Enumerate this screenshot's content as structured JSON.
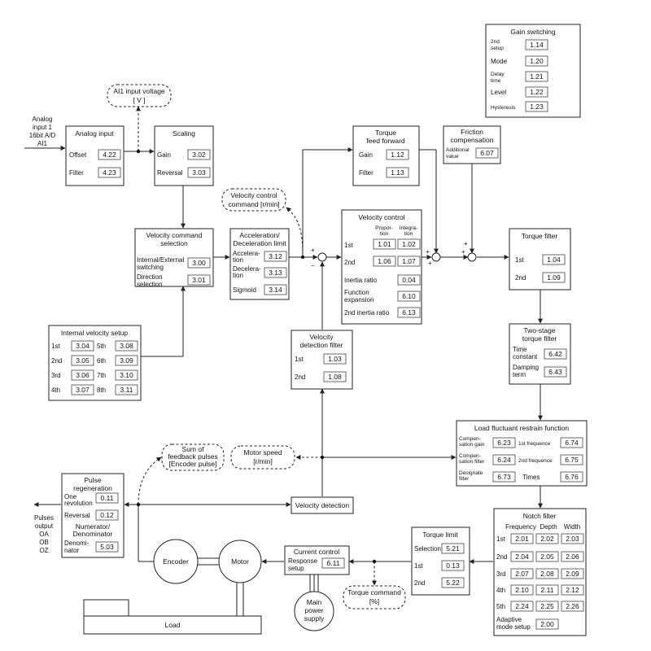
{
  "input": {
    "l1": "Analog",
    "l2": "input 1",
    "l3": "16bit A/D",
    "l4": "AI1"
  },
  "ai1_voltage": {
    "l1": "AI1 input voltage",
    "l2": "[ V ]"
  },
  "analog_input": {
    "title": "Analog input",
    "offset": "Offset",
    "offset_val": "4.22",
    "filter": "Filter",
    "filter_val": "4.23"
  },
  "scaling": {
    "title": "Scaling",
    "gain": "Gain",
    "gain_val": "3.02",
    "reversal": "Reversal",
    "reversal_val": "3.03"
  },
  "torque_ff": {
    "t1": "Torque",
    "t2": "feed forward",
    "gain": "Gain",
    "gain_val": "1.12",
    "filter": "Filter",
    "filter_val": "1.13"
  },
  "friction": {
    "t1": "Friction",
    "t2": "compensation",
    "l1": "Additional",
    "l2": "value",
    "val": "6.07"
  },
  "gain_switching": {
    "title": "Gain switching",
    "r1a": "2nd",
    "r1b": "setup",
    "r1v": "1.14",
    "r2": "Mode",
    "r2v": "1.20",
    "r3a": "Delay",
    "r3b": "time",
    "r3v": "1.21",
    "r4": "Level",
    "r4v": "1.22",
    "r5": "Hysteresis",
    "r5v": "1.23"
  },
  "vc_command": {
    "l1": "Velocity control",
    "l2": "command [r/min]"
  },
  "vcs": {
    "t1": "Velocity command",
    "t2": "selection",
    "r1a": "Internal/External",
    "r1b": "switching",
    "r1v": "3.00",
    "r2a": "Direction",
    "r2b": "selection",
    "r2v": "3.01"
  },
  "accel": {
    "t1": "Acceleration/",
    "t2": "Deceleration limit",
    "r1a": "Accelera-",
    "r1b": "tion",
    "r1v": "3.12",
    "r2a": "Decelera-",
    "r2b": "tion",
    "r2v": "3.13",
    "r3": "Sigmoid",
    "r3v": "3.14"
  },
  "velocity_control": {
    "title": "Velocity control",
    "h1a": "Propor-",
    "h1b": "tion",
    "h2a": "Integra-",
    "h2b": "tion",
    "r1": "1st",
    "r1p": "1.01",
    "r1i": "1.02",
    "r2": "2nd",
    "r2p": "1.06",
    "r2i": "1.07",
    "r3": "Inertia ratio",
    "r3v": "0.04",
    "r4a": "Function",
    "r4b": "expansion",
    "r4v": "6.10",
    "r5": "2nd inertia ratio",
    "r5v": "6.13"
  },
  "torque_filter": {
    "title": "Torque filter",
    "r1": "1st",
    "r1v": "1.04",
    "r2": "2nd",
    "r2v": "1.09"
  },
  "internal_velocity": {
    "title": "Internal velocity setup",
    "rows": [
      [
        "1st",
        "3.04",
        "5th",
        "3.08"
      ],
      [
        "2nd",
        "3.05",
        "6th",
        "3.09"
      ],
      [
        "3rd",
        "3.06",
        "7th",
        "3.10"
      ],
      [
        "4th",
        "3.07",
        "8th",
        "3.11"
      ]
    ]
  },
  "vdf": {
    "t1": "Velocity",
    "t2": "detection filter",
    "r1": "1st",
    "r1v": "1.03",
    "r2": "2nd",
    "r2v": "1.08"
  },
  "two_stage": {
    "t1": "Two-stage",
    "t2": "torque filter",
    "r1a": "Time",
    "r1b": "constant",
    "r1v": "6.42",
    "r2a": "Damping",
    "r2b": "term",
    "r2v": "6.43"
  },
  "load_fluct": {
    "title": "Load fluctuant restrain function",
    "r1a": "Compen-",
    "r1b": "sation gain",
    "r1v": "6.23",
    "r1c": "1st frequence",
    "r1w": "6.74",
    "r2a": "Compen-",
    "r2b": "sation filter",
    "r2v": "6.24",
    "r2c": "2nd frequence",
    "r2w": "6.75",
    "r3a": "Designate",
    "r3b": "filter",
    "r3v": "6.73",
    "r3c": "Times",
    "r3w": "6.76"
  },
  "feedback_pulses": {
    "l1": "Sum of",
    "l2": "feedback pulses",
    "l3": "[Encoder pulse]"
  },
  "motor_speed": {
    "l1": "Motor speed",
    "l2": "[r/min]"
  },
  "pulse_regen": {
    "t1": "Pulse",
    "t2": "regeneration",
    "r1a": "One",
    "r1b": "revolution",
    "r1v": "0.11",
    "r2": "Reversal",
    "r2v": "0.12",
    "t3": "Numerator/",
    "t4": "Denominator",
    "r3a": "Denomi-",
    "r3b": "nator",
    "r3v": "5.03"
  },
  "velocity_detection": {
    "label": "Velocity detection"
  },
  "pulses_output": {
    "l1": "Pulses",
    "l2": "output",
    "l3": "OA",
    "l4": "OB",
    "l5": "OZ"
  },
  "notch": {
    "title": "Notch filter",
    "h1": "Frequency",
    "h2": "Depth",
    "h3": "Width",
    "rows": [
      [
        "1st",
        "2.01",
        "2.02",
        "2.03"
      ],
      [
        "2nd",
        "2.04",
        "2.05",
        "2.06"
      ],
      [
        "3rd",
        "2.07",
        "2.08",
        "2.09"
      ],
      [
        "4th",
        "2.10",
        "2.11",
        "2.12"
      ],
      [
        "5th",
        "2.24",
        "2.25",
        "2.26"
      ]
    ],
    "ad1": "Adaptive",
    "ad2": "mode setup",
    "adv": "2.00"
  },
  "torque_limit": {
    "title": "Torque limit",
    "r1": "Selection",
    "r1v": "5.21",
    "r2": "1st",
    "r2v": "0.13",
    "r3": "2nd",
    "r3v": "5.22"
  },
  "current_control": {
    "title": "Current control",
    "r1a": "Response",
    "r1b": "setup",
    "r1v": "6.11"
  },
  "torque_command": {
    "l1": "Torque command",
    "l2": "[%]"
  },
  "encoder": {
    "label": "Encoder"
  },
  "motor": {
    "label": "Motor"
  },
  "load": {
    "label": "Load"
  },
  "power": {
    "l1": "Main",
    "l2": "power",
    "l3": "supply"
  },
  "signs": {
    "plus": "+",
    "minus": "−"
  }
}
